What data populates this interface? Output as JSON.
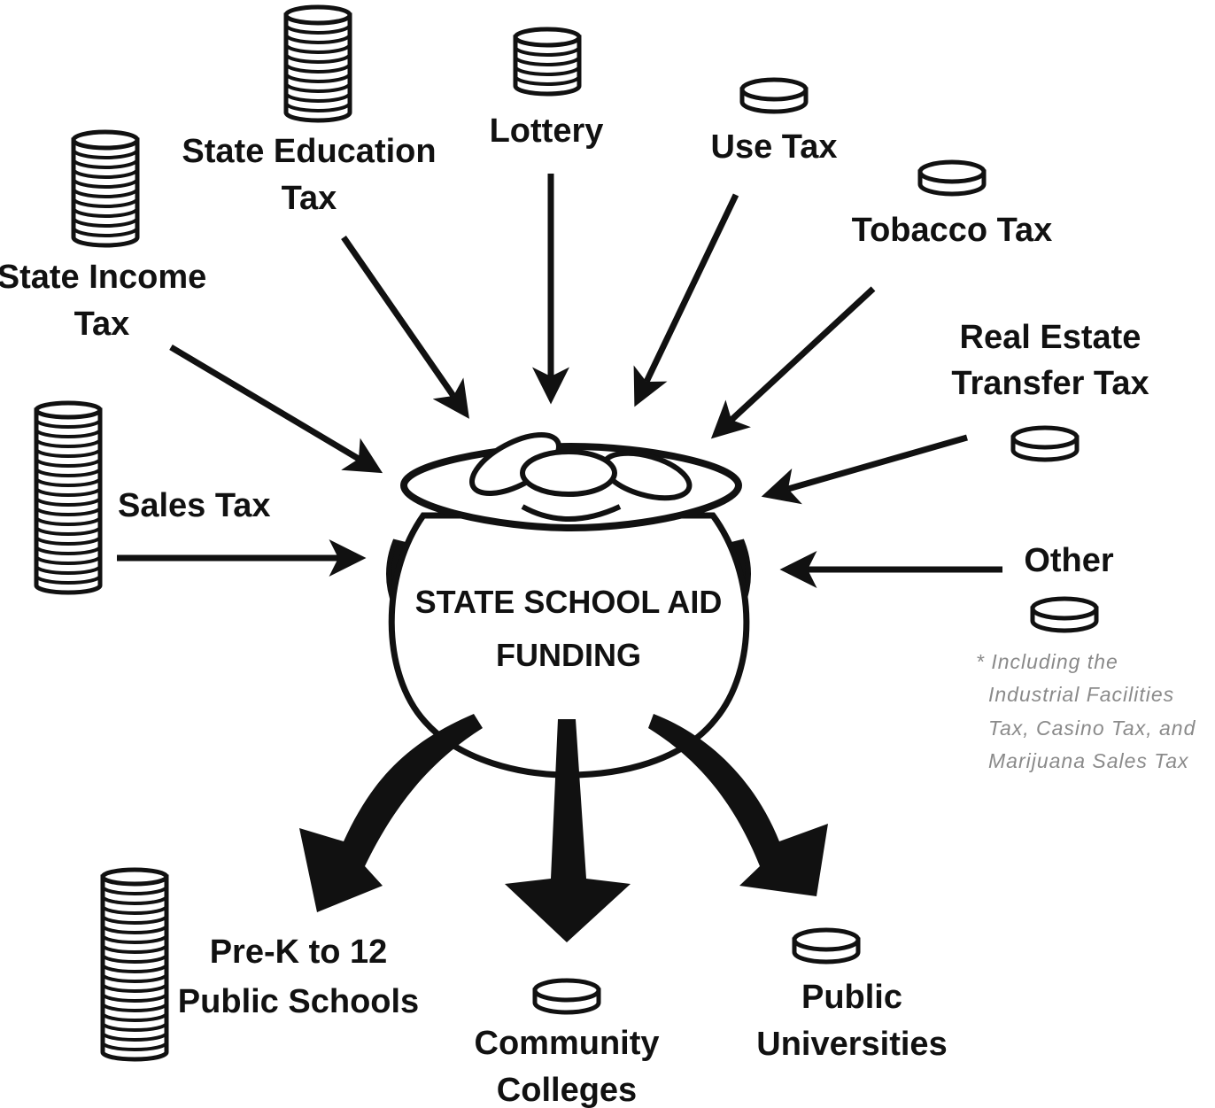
{
  "pot": {
    "label_line1": "STATE SCHOOL AID",
    "label_line2": "FUNDING"
  },
  "sources": {
    "income_tax": {
      "line1": "State Income",
      "line2": "Tax",
      "coins": 10
    },
    "education_tax": {
      "line1": "State Education",
      "line2": "Tax",
      "coins": 10
    },
    "lottery": {
      "line1": "Lottery",
      "coins": 5
    },
    "use_tax": {
      "line1": "Use Tax",
      "coins": 1
    },
    "tobacco_tax": {
      "line1": "Tobacco Tax",
      "coins": 1
    },
    "real_estate_tax": {
      "line1": "Real Estate",
      "line2": "Transfer Tax",
      "coins": 1
    },
    "sales_tax": {
      "line1": "Sales Tax",
      "coins": 18
    },
    "other": {
      "line1": "Other",
      "coins": 1
    }
  },
  "footnote": {
    "line1": "* Including the",
    "line2": "Industrial Facilities",
    "line3": "Tax, Casino Tax, and",
    "line4": "Marijuana Sales Tax"
  },
  "destinations": {
    "prek12": {
      "line1": "Pre-K to 12",
      "line2": "Public Schools",
      "coins": 18
    },
    "community_colleges": {
      "line1": "Community",
      "line2": "Colleges",
      "coins": 1
    },
    "universities": {
      "line1": "Public",
      "line2": "Universities",
      "coins": 1
    }
  },
  "colors": {
    "ink": "#111111",
    "note": "#8a8a8a",
    "background": "#ffffff"
  }
}
